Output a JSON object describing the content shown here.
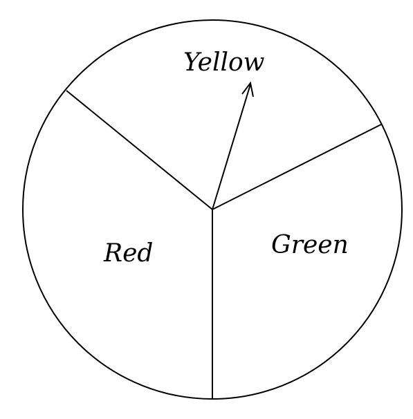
{
  "spinner": {
    "sections": [
      {
        "id": "yellow",
        "label": "Yellow"
      },
      {
        "id": "green",
        "label": "Green"
      },
      {
        "id": "red",
        "label": "Red"
      }
    ],
    "arrow_points_to": "Yellow",
    "colors": {
      "stroke": "#000000",
      "background": "#ffffff"
    }
  }
}
